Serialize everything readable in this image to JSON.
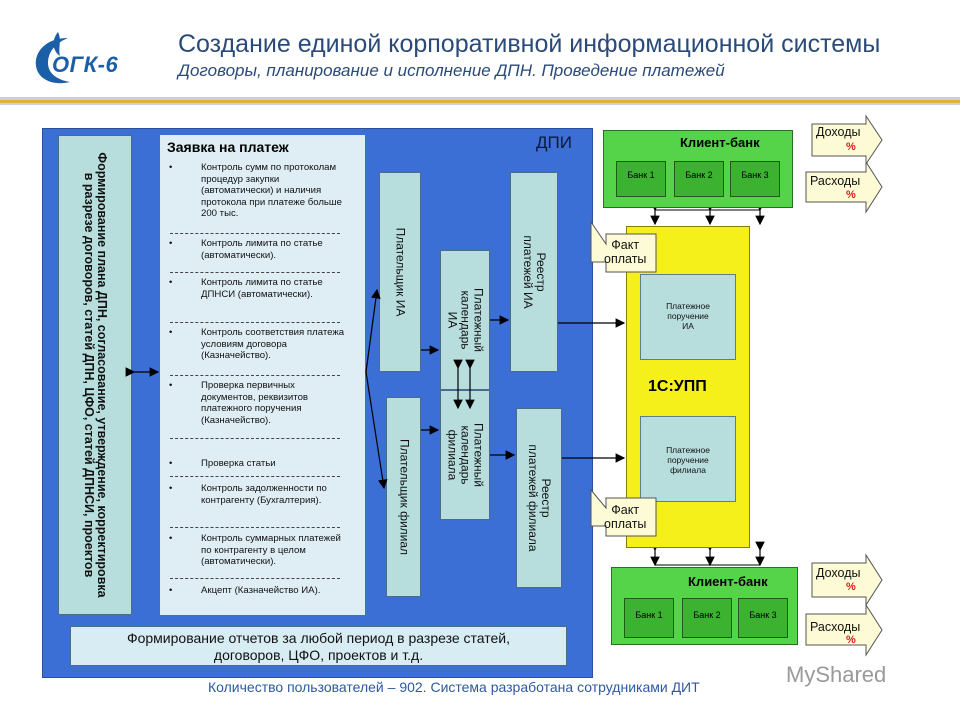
{
  "header": {
    "logo_text": "ОГК-6",
    "title": "Создание единой корпоративной информационной системы",
    "subtitle": "Договоры, планирование и исполнение ДПН. Проведение платежей"
  },
  "dpi": {
    "label": "ДПИ",
    "plan_box": "Формирование плана ДПН, согласование, утверждение, корректировка\nв разрезе договоров, статей ДПН, ЦФО, статей ДПНСИ, проектов",
    "zayavka": {
      "title": "Заявка на платеж",
      "items": [
        "Контроль сумм по протоколам процедур закупки (автоматически) и наличия протокола при платеже больше 200 тыс.",
        "Контроль лимита по статье (автоматически).",
        "Контроль лимита по статье ДПНСИ (автоматически).",
        "Контроль соответствия платежа условиям договора (Казначейство).",
        "Проверка первичных документов, реквизитов платежного поручения (Казначейство).",
        "Проверка статьи",
        "Контроль задолженности по контрагенту (Бухгалтерия).",
        "Контроль суммарных платежей по контрагенту в целом (автоматически).",
        "Акцепт (Казначейство ИА)."
      ],
      "bullet": "•"
    },
    "payer_ia": "Плательщик ИА",
    "payer_fil": "Плательщик филиал",
    "calendar_ia": "Платежный\nкалендарь\nИА",
    "calendar_fil": "Платежный\nкалендарь\nфилиала",
    "reestr_ia": "Реестр\nплатежей ИА",
    "reestr_fil": "Реестр\nплатежей филиала",
    "report": "Формирование отчетов за любой период в разрезе статей,\nдоговоров, ЦФО, проектов и т.д."
  },
  "client_bank_top": {
    "title": "Клиент-банк",
    "banks": [
      "Банк 1",
      "Банк 2",
      "Банк 3"
    ]
  },
  "client_bank_bottom": {
    "title": "Клиент-банк",
    "banks": [
      "Банк 1",
      "Банк 2",
      "Банк 3"
    ]
  },
  "upp": {
    "label": "1С:УПП",
    "pp_ia": "Платежное\nпоручение\nИА",
    "pp_fil": "Платежное\nпоручение\nфилиала"
  },
  "arrows": {
    "income": "Доходы",
    "expenses": "Расходы",
    "fact": "Факт\nоплаты",
    "percent": "%"
  },
  "footer": "Количество пользователей – 902. Система разработана сотрудниками ДИТ",
  "watermark": "MyShared",
  "colors": {
    "dpi_blue": "#3c6fd6",
    "box_teal": "#b7dedd",
    "green": "#55d44a",
    "yellow": "#f5f01a",
    "arrow_fill": "#fdfbd6"
  }
}
